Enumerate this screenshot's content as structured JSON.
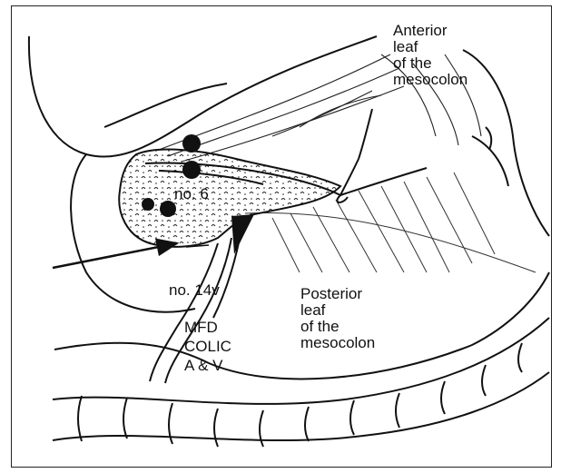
{
  "labels": {
    "anterior_leaf": [
      "Anterior",
      "leaf",
      "of the",
      "mesocolon"
    ],
    "node_6": "no. 6",
    "node_14v": "no. 14v",
    "posterior_leaf": [
      "Posterior",
      "leaf",
      "of the",
      "mesocolon"
    ],
    "mfd_colic": [
      "MFD",
      "COLIC",
      "A & V"
    ]
  }
}
